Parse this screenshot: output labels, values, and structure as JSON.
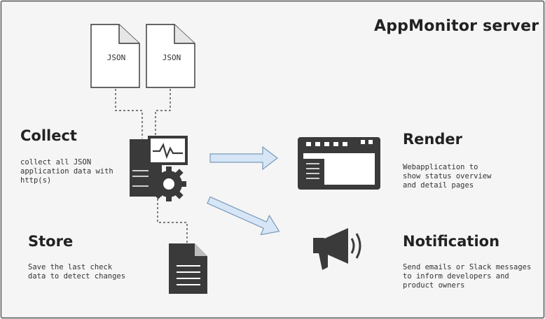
{
  "diagram": {
    "title": "AppMonitor server",
    "json_docs": [
      "JSON",
      "JSON"
    ],
    "sections": {
      "collect": {
        "heading": "Collect",
        "description": "collect all JSON\napplication data with\nhttp(s)"
      },
      "render": {
        "heading": "Render",
        "description": "Webapplication to\nshow status overview\nand detail pages"
      },
      "store": {
        "heading": "Store",
        "description": "Save the last check\ndata to detect changes"
      },
      "notification": {
        "heading": "Notification",
        "description": "Send emails or Slack messages\nto inform developers and\nproduct owners"
      }
    },
    "icons": [
      "document-icon",
      "server-monitor-icon",
      "gear-icon",
      "browser-window-icon",
      "megaphone-icon",
      "arrow-right-icon"
    ],
    "colors": {
      "ink": "#3a3a3a",
      "arrow_fill": "#d6e6f7",
      "arrow_stroke": "#7a9ab8",
      "paper": "#ffffff",
      "background": "#f5f5f5"
    }
  }
}
